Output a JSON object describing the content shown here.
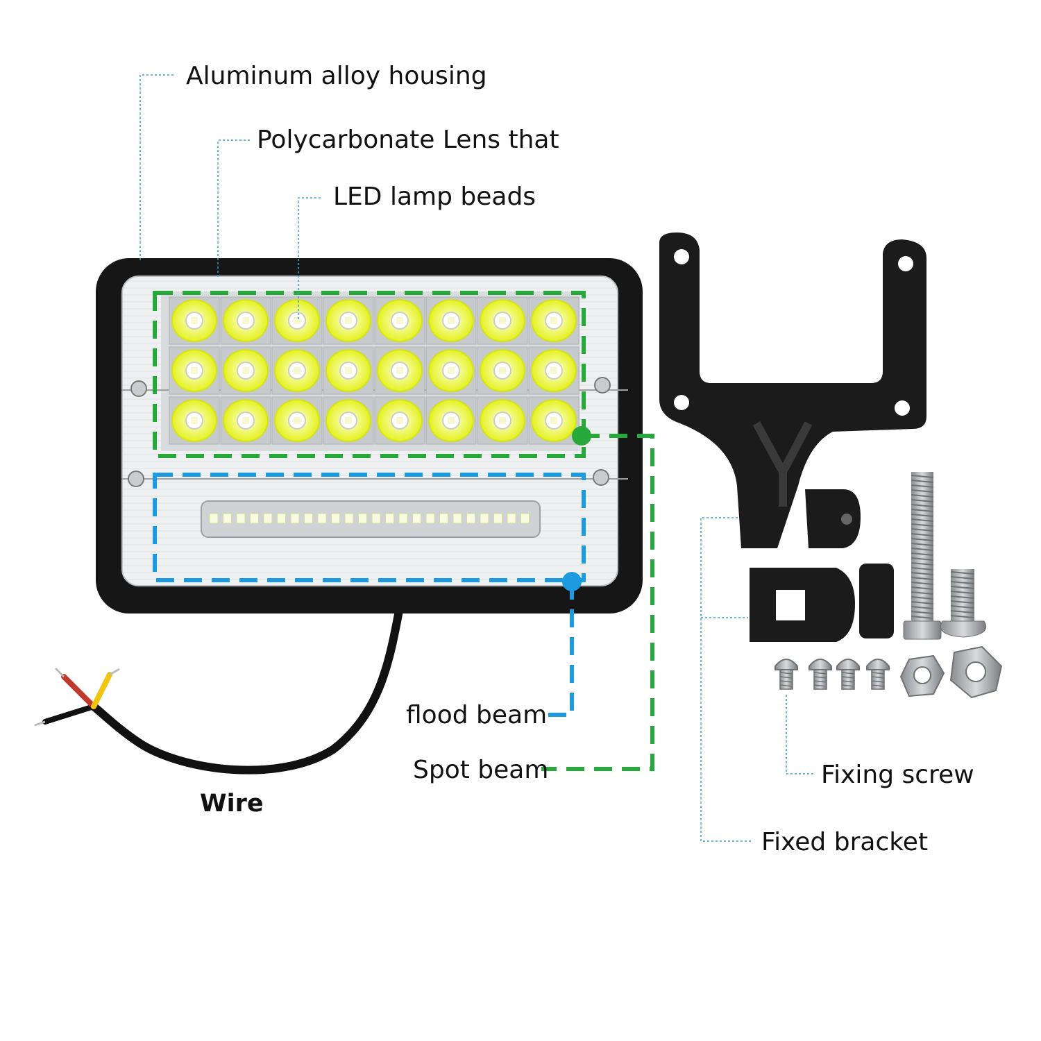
{
  "labels": {
    "housing": "Aluminum alloy housing",
    "lens": "Polycarbonate Lens that",
    "beads": "LED lamp beads",
    "flood": "flood beam",
    "spot": "Spot beam",
    "wire": "Wire",
    "screw": "Fixing screw",
    "bracket": "Fixed bracket"
  },
  "colors": {
    "leader": "#3aa0d8",
    "flood": "#1d9be0",
    "spot": "#26a83a",
    "led": "#eaf52a",
    "housing": "#161616",
    "bracket": "#1b1b1b"
  },
  "icons": {
    "lamp": "led-work-light-icon",
    "bracket": "mounting-bracket-icon",
    "hardware": "screw-bolt-nut-icon"
  }
}
